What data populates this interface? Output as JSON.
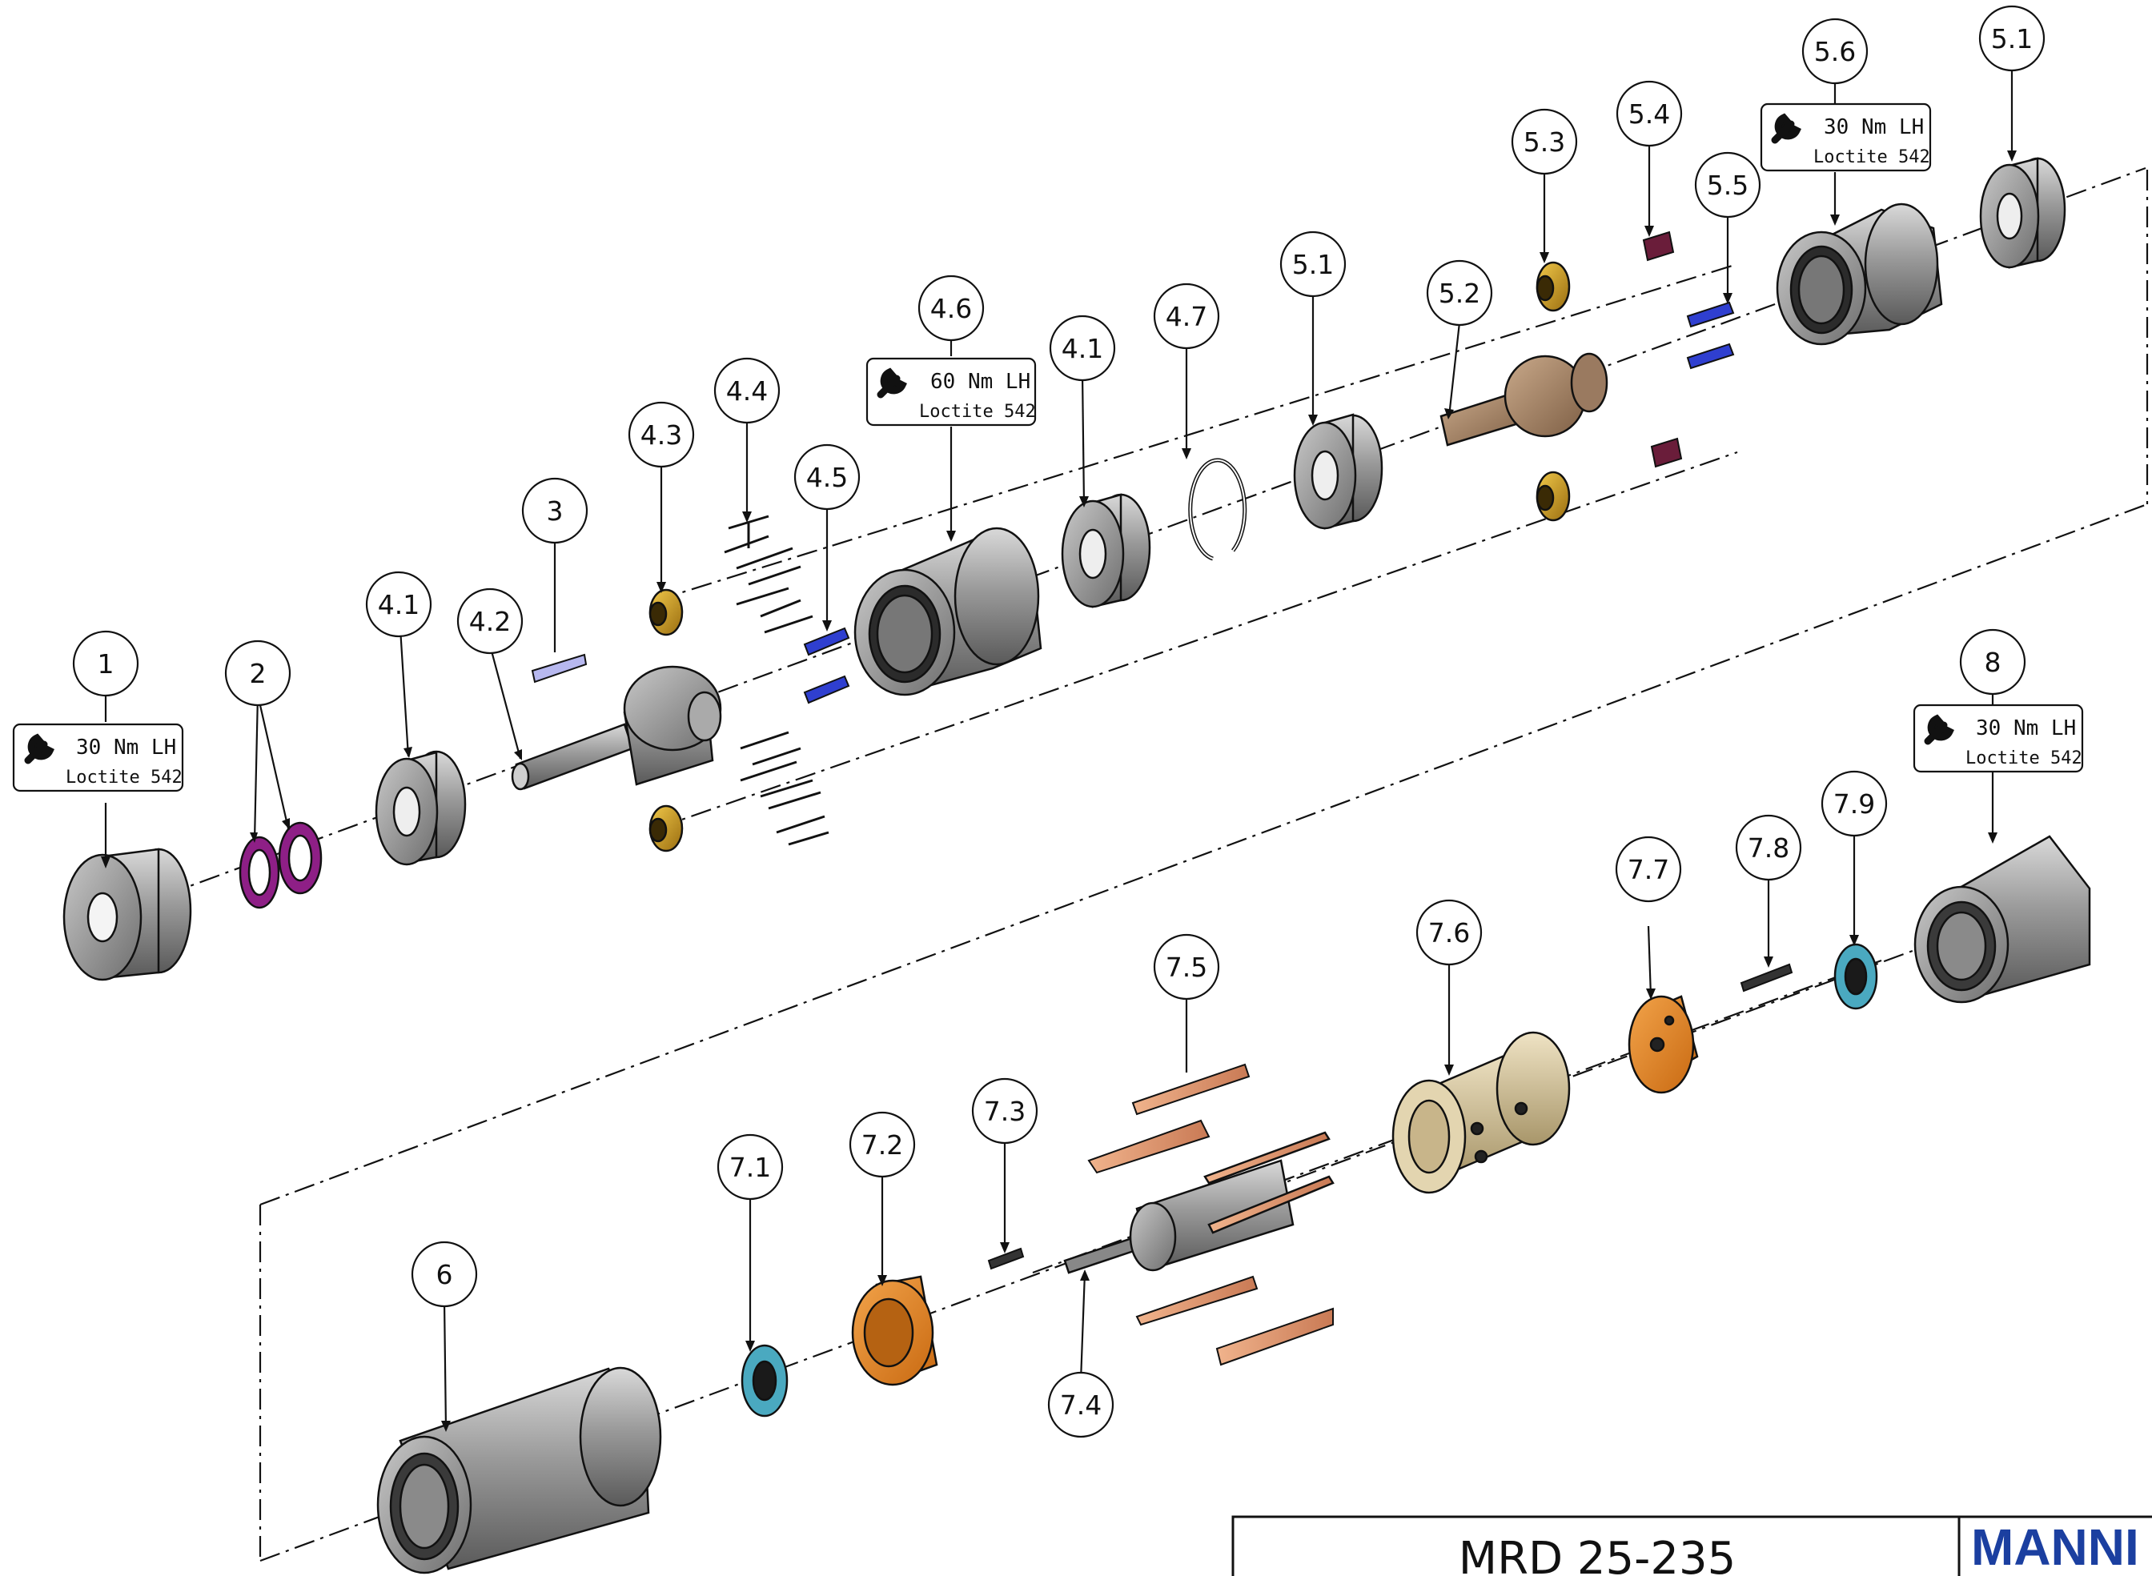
{
  "drawing": {
    "title": "MRD 25-235",
    "brand": "MANNI",
    "brand_color": "#1b3fa0",
    "line_color": "#111111"
  },
  "callouts": {
    "c1": "1",
    "c2": "2",
    "c3": "3",
    "c41a": "4.1",
    "c41b": "4.1",
    "c42": "4.2",
    "c43": "4.3",
    "c44": "4.4",
    "c45": "4.5",
    "c46": "4.6",
    "c47": "4.7",
    "c51a": "5.1",
    "c51b": "5.1",
    "c52": "5.2",
    "c53": "5.3",
    "c54": "5.4",
    "c55": "5.5",
    "c56": "5.6",
    "c6": "6",
    "c71": "7.1",
    "c72": "7.2",
    "c73": "7.3",
    "c74": "7.4",
    "c75": "7.5",
    "c76": "7.6",
    "c77": "7.7",
    "c78": "7.8",
    "c79": "7.9",
    "c8": "8"
  },
  "specs": {
    "s1": {
      "torque": "30 Nm  LH",
      "adhesive": "Loctite 542",
      "icon": "wrench-icon"
    },
    "s46": {
      "torque": "60 Nm  LH",
      "adhesive": "Loctite 542",
      "icon": "wrench-icon"
    },
    "s56": {
      "torque": "30 Nm  LH",
      "adhesive": "Loctite 542",
      "icon": "wrench-icon"
    },
    "s8": {
      "torque": "30 Nm  LH",
      "adhesive": "Loctite 542",
      "icon": "wrench-icon"
    }
  }
}
